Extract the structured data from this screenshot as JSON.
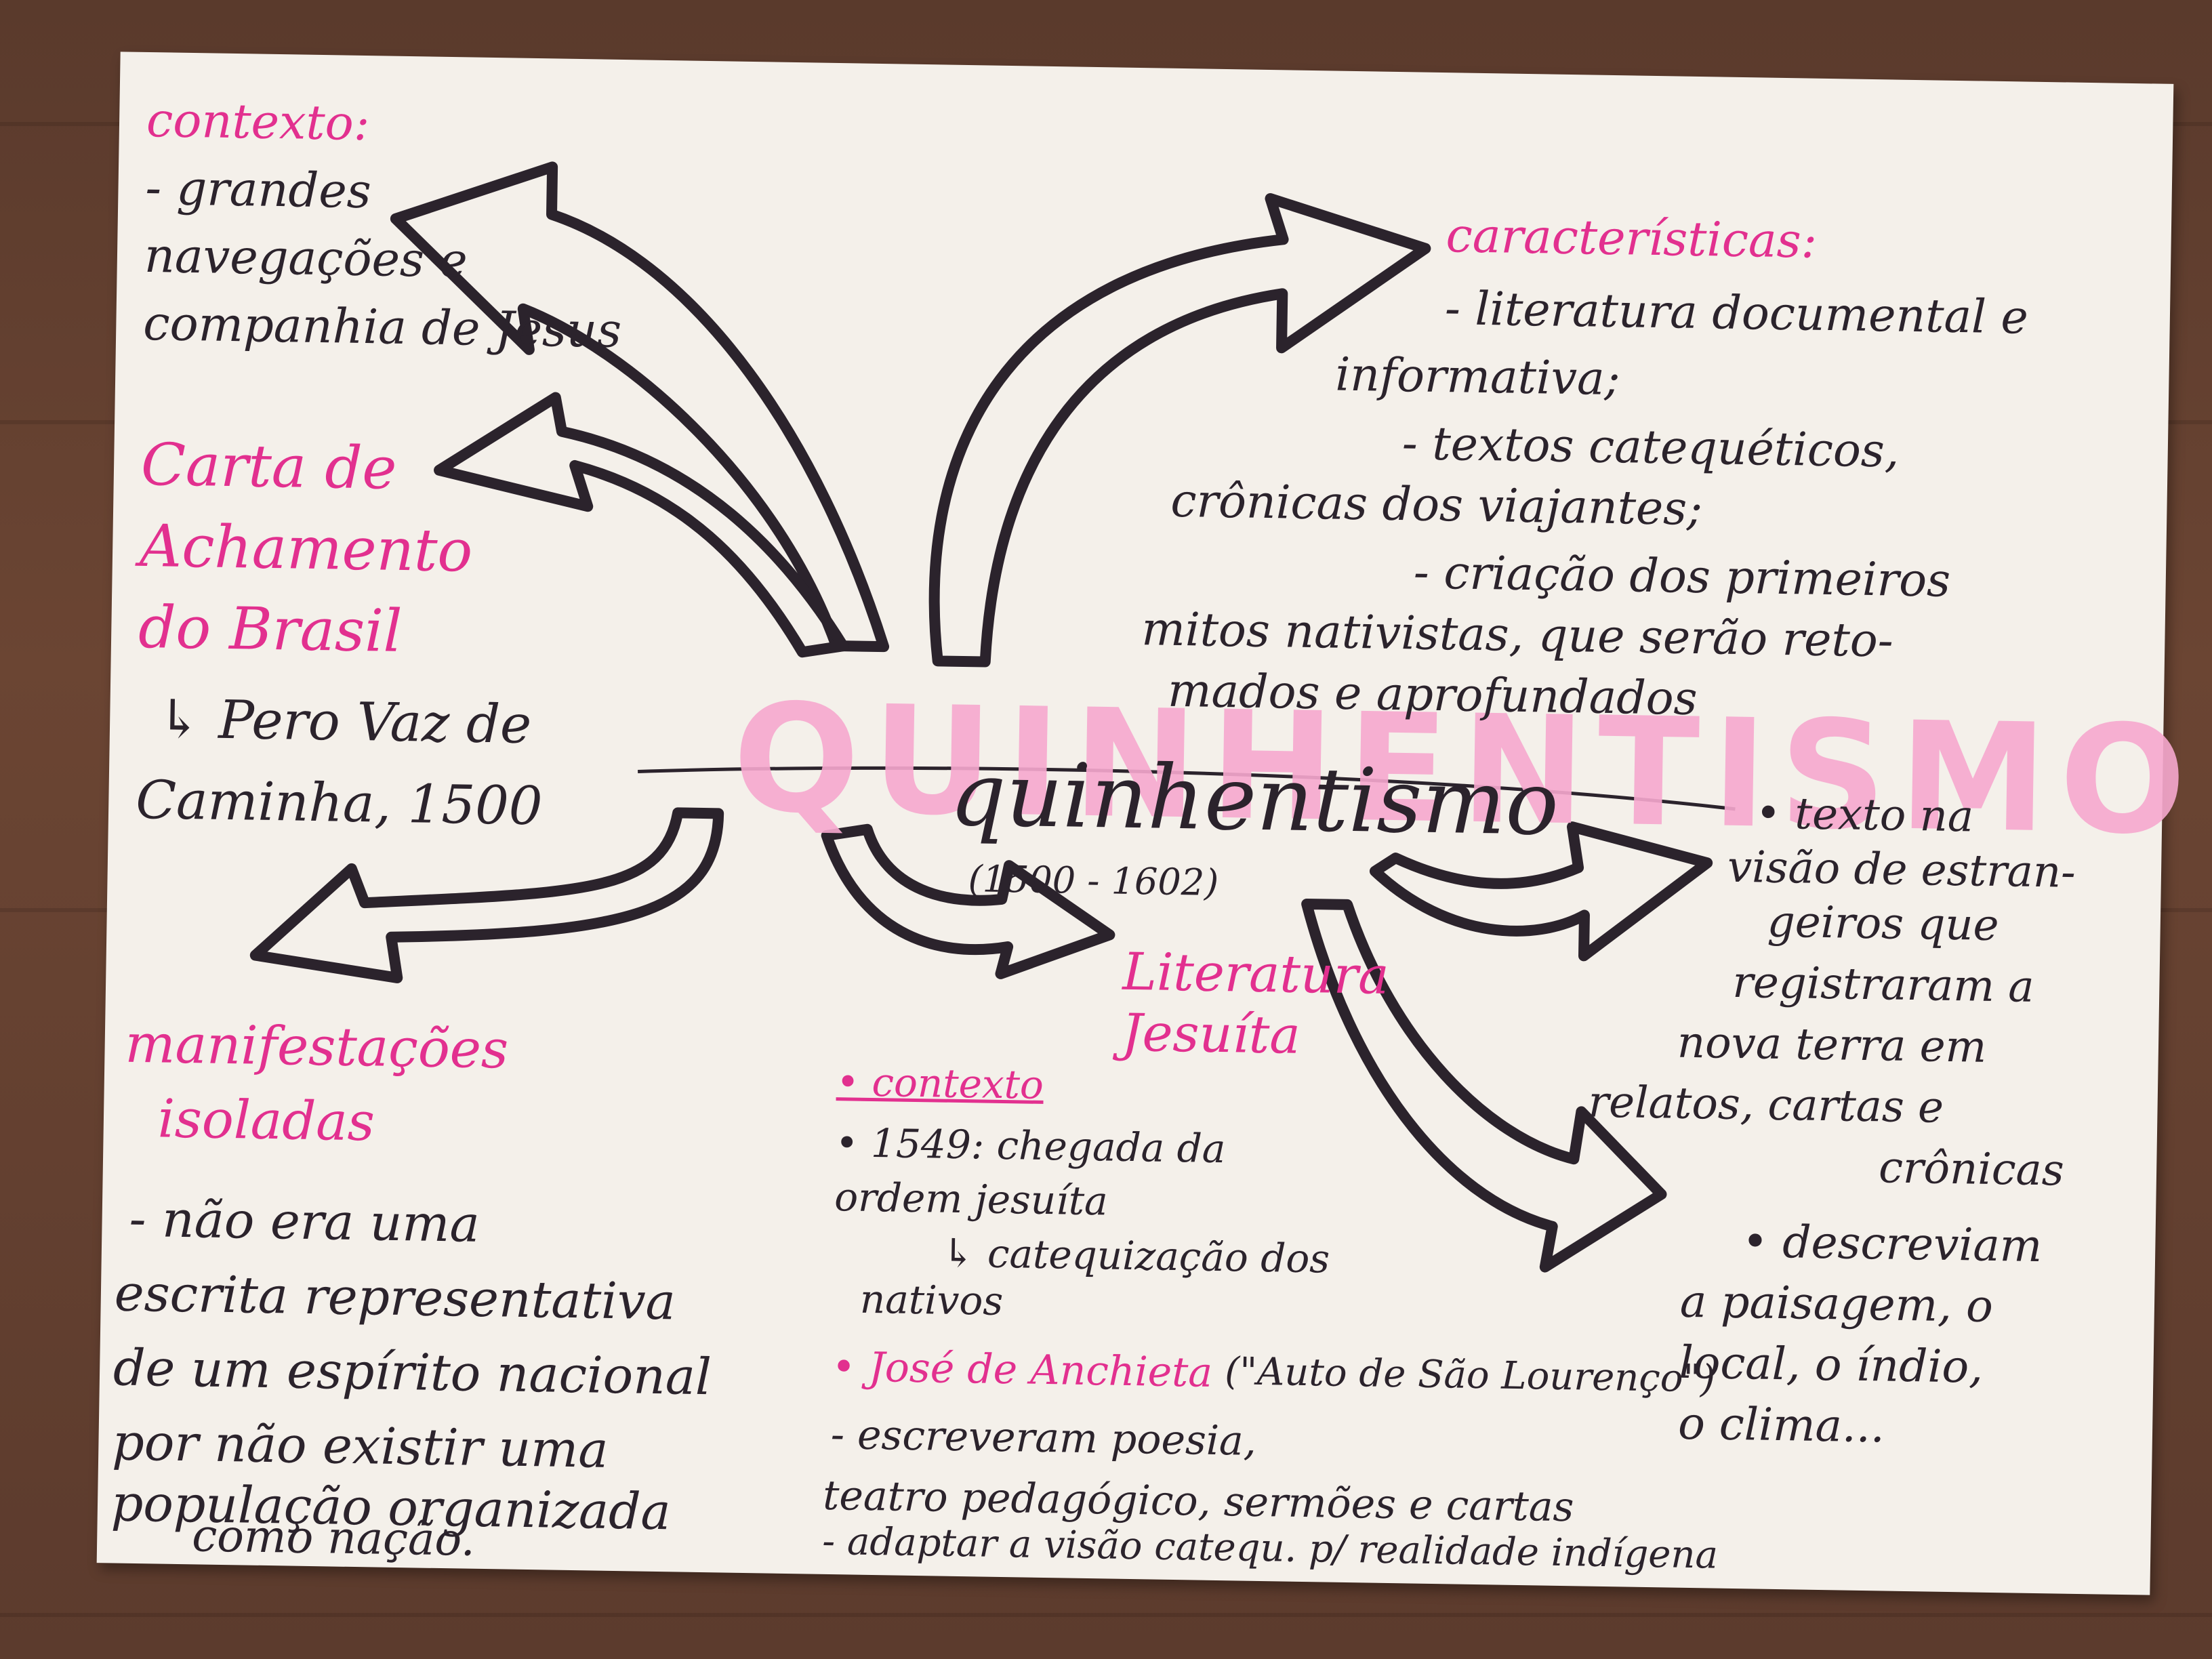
{
  "title_outline": "QUINHENTISMO",
  "title_cursive": "quinhentismo",
  "period": "(1500 - 1602)",
  "contexto": {
    "heading": "contexto:",
    "lines": [
      "- grandes",
      "navegações e",
      "companhia de Jesus"
    ]
  },
  "carta": {
    "heading_lines": [
      "Carta de",
      "Achamento",
      "do Brasil"
    ],
    "author_lines": [
      "↳ Pero Vaz de",
      "Caminha, 1500"
    ]
  },
  "caracteristicas": {
    "heading": "características:",
    "lines": [
      "- literatura documental e",
      "informativa;",
      "- textos catequéticos,",
      "crônicas dos viajantes;",
      "- criação dos primeiros",
      "mitos nativistas, que serão reto-",
      "mados e aprofundados"
    ]
  },
  "texto_visao": {
    "lines": [
      "• texto na",
      "visão de estran-",
      "geiros que",
      "registraram a",
      "nova terra em",
      "relatos, cartas e",
      "crônicas"
    ]
  },
  "descreviam": {
    "lines": [
      "• descreviam",
      "a paisagem, o",
      "local, o índio,",
      "o clima..."
    ]
  },
  "manifestacoes": {
    "heading_lines": [
      "manifestações",
      "isoladas"
    ],
    "lines": [
      "- não era uma",
      "escrita representativa",
      "de um espírito nacional",
      "por não existir uma",
      "população organizada",
      "como nação."
    ]
  },
  "literatura_jesuita": {
    "heading_lines": [
      "Literatura",
      "Jesuíta"
    ],
    "contexto_label": "• contexto",
    "contexto_lines": [
      "• 1549: chegada da",
      "ordem jesuíta",
      "↳ catequização dos",
      "nativos"
    ],
    "anchieta_label": "• José de Anchieta",
    "anchieta_work": "(\"Auto de São Lourenço\")",
    "lines": [
      "- escreveram poesia,",
      "teatro pedagógico, sermões e cartas",
      "- adaptar a visão catequ. p/ realidade indígena"
    ]
  },
  "colors": {
    "pink_ink": "#e2308f",
    "black_ink": "#2b232c",
    "highlighter_pink": "#f7a9cf",
    "paper": "#f4f0ea",
    "table_wood": "#5f3d2e"
  }
}
